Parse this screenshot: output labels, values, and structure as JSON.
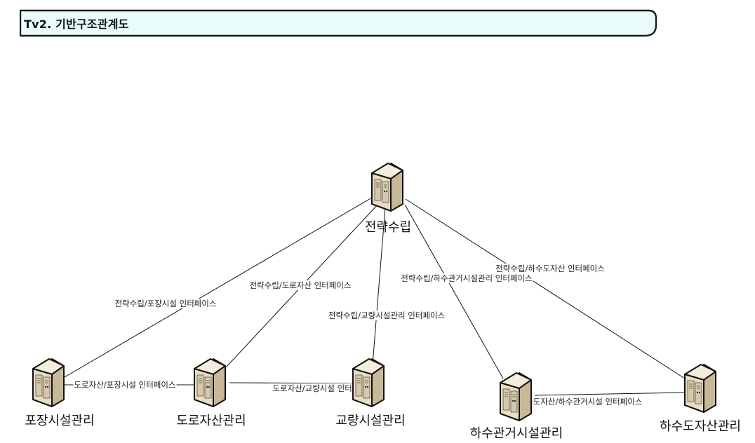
{
  "header": {
    "title": "Tv2. 기반구조관계도"
  },
  "nodes": [
    {
      "id": "strategy",
      "label": "전략수립"
    },
    {
      "id": "pavement",
      "label": "포장시설관리"
    },
    {
      "id": "road",
      "label": "도로자산관리"
    },
    {
      "id": "bridge",
      "label": "교량시설관리"
    },
    {
      "id": "sewerpipe",
      "label": "하수관거시설관리"
    },
    {
      "id": "sewerasset",
      "label": "하수도자산관리"
    }
  ],
  "edges": [
    {
      "from": "strategy",
      "to": "pavement",
      "label": "전략수립/포장시설 인터페이스"
    },
    {
      "from": "strategy",
      "to": "road",
      "label": "전략수립/도로자산 인터페이스"
    },
    {
      "from": "strategy",
      "to": "bridge",
      "label": "전략수립/교량시설관리 인터페이스"
    },
    {
      "from": "strategy",
      "to": "sewerpipe",
      "label": "전략수립/하수관거시설관리 인터페이스"
    },
    {
      "from": "strategy",
      "to": "sewerasset",
      "label": "전략수립/하수도자산 인터페이스"
    },
    {
      "from": "road",
      "to": "pavement",
      "label": "도로자산/포장시설 인터페이스"
    },
    {
      "from": "road",
      "to": "bridge",
      "label": "도로자산/교량시설 인터페이스"
    },
    {
      "from": "sewerasset",
      "to": "sewerpipe",
      "label": "하수도자산/하수관거시설 인터페이스"
    }
  ],
  "colors": {
    "title_fill": "#e9fbfb",
    "title_border": "#1b1b1b",
    "server_face": "#e8dcc4",
    "server_side": "#c9b898",
    "server_top": "#f4ecdc",
    "server_outline": "#111111",
    "edge": "#111111"
  },
  "icons": {
    "server": "server-icon"
  }
}
